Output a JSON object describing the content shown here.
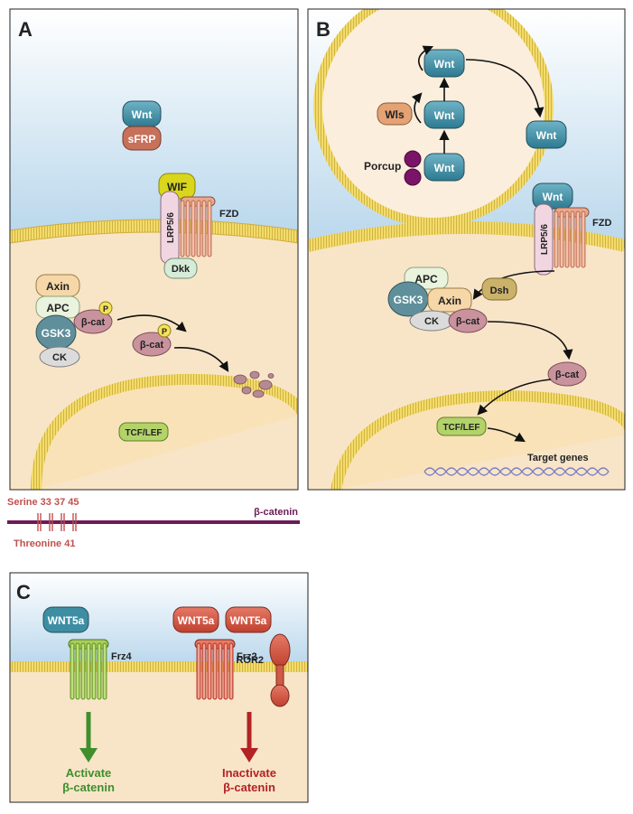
{
  "panelA": {
    "letter": "A",
    "wnt": "Wnt",
    "sfrp": "sFRP",
    "wif": "WIF",
    "lrp": "LRP5/6",
    "fzd": "FZD",
    "dkk": "Dkk",
    "axin": "Axin",
    "apc": "APC",
    "gsk3": "GSK3",
    "ck": "CK",
    "bcat": "β-cat",
    "bcat2": "β-cat",
    "p1": "P",
    "p2": "P",
    "tcf": "TCF/LEF"
  },
  "panelB": {
    "letter": "B",
    "wnt_top": "Wnt",
    "wls": "Wls",
    "wnt_mid": "Wnt",
    "porcup": "Porcup",
    "wnt_bot": "Wnt",
    "wnt_out": "Wnt",
    "wnt_rec": "Wnt",
    "lrp": "LRP5/6",
    "fzd": "FZD",
    "apc": "APC",
    "gsk3": "GSK3",
    "axin": "Axin",
    "dsh": "Dsh",
    "ck": "CK",
    "bcat": "β-cat",
    "bcat_free": "β-cat",
    "tcf": "TCF/LEF",
    "target": "Target genes"
  },
  "bar": {
    "serine": "Serine 33 37 45",
    "threonine": "Threonine 41",
    "label": "β-catenin"
  },
  "panelC": {
    "letter": "C",
    "wnt1": "WNT5a",
    "wnt2": "WNT5a",
    "wnt3": "WNT5a",
    "frz4": "Frz4",
    "frz2": "Frz2",
    "ror2": "ROR2",
    "activate1": "Activate",
    "activate2": "β-catenin",
    "inactivate1": "Inactivate",
    "inactivate2": "β-catenin"
  },
  "colors": {
    "wnt": "#3d8ea3",
    "sfrp": "#c7705a",
    "wif": "#d9d61c",
    "lrp": "#f1d6e2",
    "fzd": "#e8a98e",
    "membrane": "#e9cf59",
    "green": "#3f8f2c",
    "red": "#b32224",
    "wnt5a": "#d1523f",
    "axis": "#6d1a57"
  }
}
